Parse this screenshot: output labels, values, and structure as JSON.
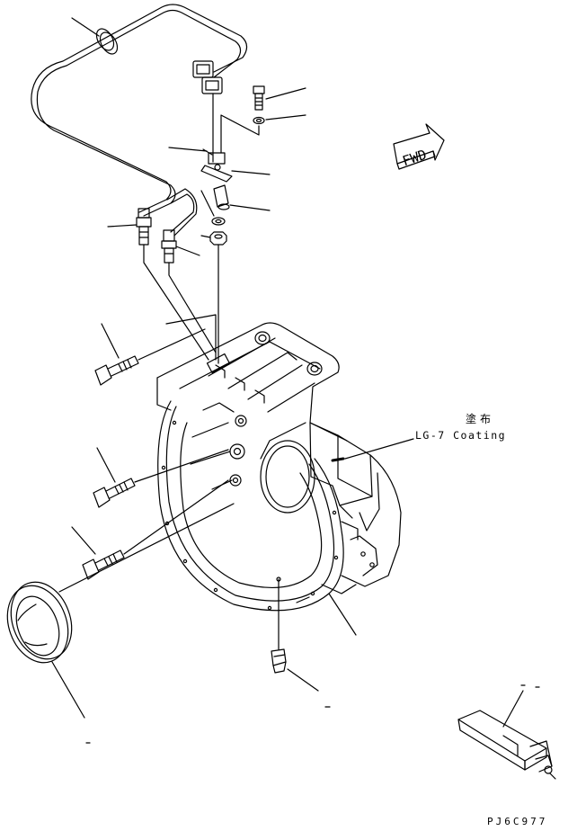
{
  "colors": {
    "line": "#000000",
    "background": "#ffffff"
  },
  "labels": {
    "coating_jp": "塗布",
    "coating_en": "LG-7 Coating",
    "fwd": "FWD",
    "drawing_code": "PJ6C977"
  }
}
